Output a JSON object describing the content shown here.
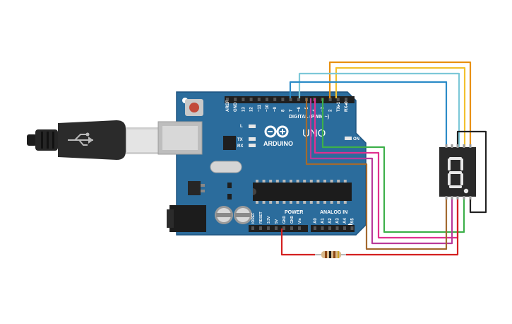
{
  "board": {
    "brand": "ARDUINO",
    "model": "UNO",
    "digital_header": "DIGITAL (PWM ~)",
    "power_header": "POWER",
    "analog_header": "ANALOG IN",
    "led_on": "ON",
    "led_l": "L",
    "led_tx": "TX",
    "led_rx": "RX",
    "digital_pins": [
      "AREF",
      "GND",
      "13",
      "12",
      "~11",
      "~10",
      "~9",
      "8",
      "7",
      "~6",
      "~5",
      "4",
      "~3",
      "2",
      "TX▸1",
      "RX◂0"
    ],
    "power_pins": [
      "IOREF",
      "RESET",
      "3.3V",
      "5V",
      "GND",
      "GND",
      "Vin"
    ],
    "analog_pins": [
      "A0",
      "A1",
      "A2",
      "A3",
      "A4",
      "A5"
    ]
  },
  "display": {
    "digit": "8."
  },
  "colors": {
    "board": "#2b6c9c",
    "board_edge": "#1e5480",
    "wire_orange": "#e8900f",
    "wire_yellow": "#f2c12e",
    "wire_cyan": "#7dc8d8",
    "wire_blue": "#2b8bc7",
    "wire_green": "#3db04a",
    "wire_pink": "#e0308f",
    "wire_magenta": "#b83a9a",
    "wire_brown": "#a36a2f",
    "wire_red": "#d42020",
    "wire_black": "#222222",
    "display_segment": "#e8e8e8"
  }
}
